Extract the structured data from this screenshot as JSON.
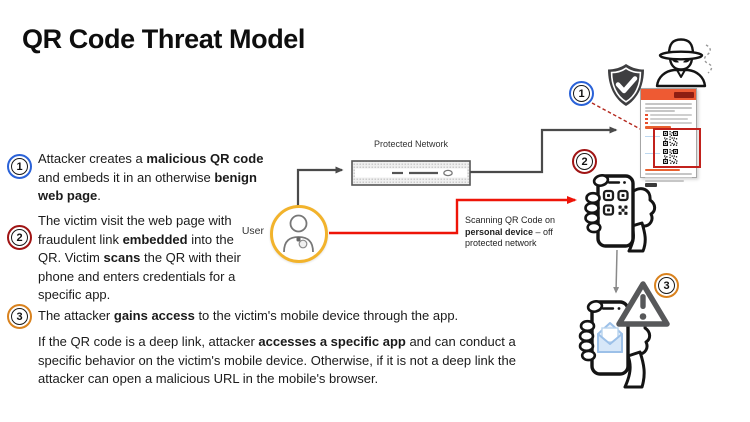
{
  "title": "QR Code Threat Model",
  "steps": [
    {
      "num": "1",
      "ring_color": "#2A62D8",
      "segments": [
        {
          "t": "Attacker creates a ",
          "b": false
        },
        {
          "t": "malicious QR code",
          "b": true
        },
        {
          "t": " and embeds it in an otherwise ",
          "b": false
        },
        {
          "t": "benign web page",
          "b": true
        },
        {
          "t": ".",
          "b": false
        }
      ]
    },
    {
      "num": "2",
      "ring_color": "#A01414",
      "segments": [
        {
          "t": "The victim visit the web page with fraudulent link ",
          "b": false
        },
        {
          "t": "embedded",
          "b": true
        },
        {
          "t": " into the QR. Victim ",
          "b": false
        },
        {
          "t": "scans",
          "b": true
        },
        {
          "t": " the QR with their phone and enters credentials for a specific app.",
          "b": false
        }
      ]
    },
    {
      "num": "3",
      "ring_color": "#D9821E",
      "segments": [
        {
          "t": "The attacker ",
          "b": false
        },
        {
          "t": "gains access",
          "b": true
        },
        {
          "t": " to the victim's mobile device through the app.",
          "b": false
        }
      ]
    }
  ],
  "footnote_segments": [
    {
      "t": "If the QR code is a deep link, attacker ",
      "b": false
    },
    {
      "t": "accesses a specific app",
      "b": true
    },
    {
      "t": " and can conduct a specific behavior on the victim's mobile device. Otherwise, if it is not a deep link the attacker can open a malicious URL in the mobile's browser.",
      "b": false
    }
  ],
  "diagram": {
    "protected_network_label": "Protected Network",
    "user_label": "User",
    "scan_note_segments": [
      {
        "t": "Scanning QR Code on ",
        "b": false
      },
      {
        "t": "personal device",
        "b": true
      },
      {
        "t": " – off protected network",
        "b": false
      }
    ],
    "badge_numbers": {
      "one": "1",
      "two": "2",
      "three": "3"
    }
  },
  "colors": {
    "badge1_ring": "#2A62D8",
    "badge2_ring": "#A01414",
    "badge3_ring": "#D9821E",
    "red_flow_line": "#EE1408",
    "dashed_arrow_red": "#B4281E",
    "gray_flow_line": "#4a4a4a",
    "user_ring_yellow": "#F2B32C",
    "email_header_orange": "#EE5A33",
    "qr_highlight_red": "#C1211C",
    "shield_gray": "#3E3E40",
    "warning_triangle_gray": "#57585A",
    "envelope_blue": "#9CC0E8"
  }
}
